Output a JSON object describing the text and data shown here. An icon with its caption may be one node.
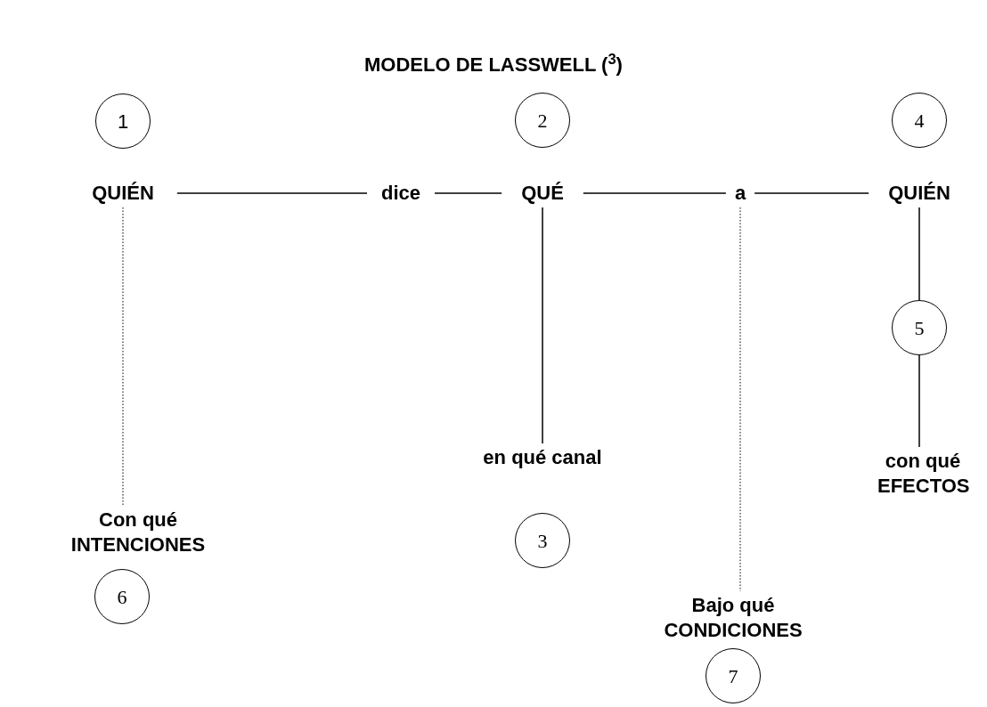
{
  "diagram": {
    "title": "MODELO DE LASSWELL ($^{3}$)",
    "nodes": [
      {
        "text": [
          "1"
        ]
      },
      {
        "text": [
          "2"
        ]
      },
      {
        "text": [
          "4"
        ]
      },
      {
        "text": [
          "QUIÉN"
        ]
      },
      {
        "text": [
          "dice"
        ]
      },
      {
        "text": [
          "QUÉ"
        ]
      },
      {
        "text": [
          "a"
        ]
      },
      {
        "text": [
          "QUIÉN"
        ]
      },
      {
        "text": [
          "5"
        ]
      },
      {
        "text": [
          "en qué canal"
        ]
      },
      {
        "text": [
          "con qué EFECTOS"
        ]
      },
      {
        "text": [
          "Con qué INTENCIONES"
        ]
      },
      {
        "text": [
          "3"
        ]
      },
      {
        "text": [
          "6"
        ]
      },
      {
        "text": [
          "Bajo qué CONDICIONES"
        ]
      },
      {
        "text": [
          "7"
        ]
      }
    ],
    "edges": [
      {
        "from": 3,
        "to": 4,
        "arrow": "none"
      },
      {
        "from": 4,
        "to": 5,
        "arrow": "none"
      },
      {
        "from": 5,
        "to": 6,
        "arrow": "none"
      },
      {
        "from": 6,
        "to": 7,
        "arrow": "none"
      },
      {
        "from": 5,
        "to": 9,
        "arrow": "none"
      },
      {
        "from": 7,
        "to": 8,
        "arrow": "none"
      },
      {
        "from": 8,
        "to": 10,
        "arrow": "none"
      },
      {
        "from": 3,
        "to": 11,
        "arrow": "none",
        "style": "dashed"
      },
      {
        "from": 6,
        "to": 14,
        "arrow": "none",
        "style": "dashed"
      }
    ]
  }
}
